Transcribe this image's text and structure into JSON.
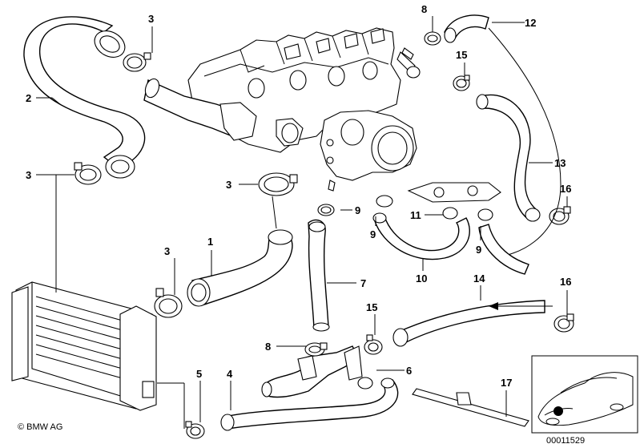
{
  "diagram": {
    "callouts": [
      "1",
      "2",
      "3",
      "3",
      "3",
      "3",
      "4",
      "5",
      "6",
      "7",
      "8",
      "8",
      "9",
      "9",
      "9",
      "10",
      "11",
      "12",
      "13",
      "14",
      "15",
      "15",
      "16",
      "16",
      "17"
    ],
    "copyright": "© BMW AG",
    "image_number": "00011529"
  }
}
